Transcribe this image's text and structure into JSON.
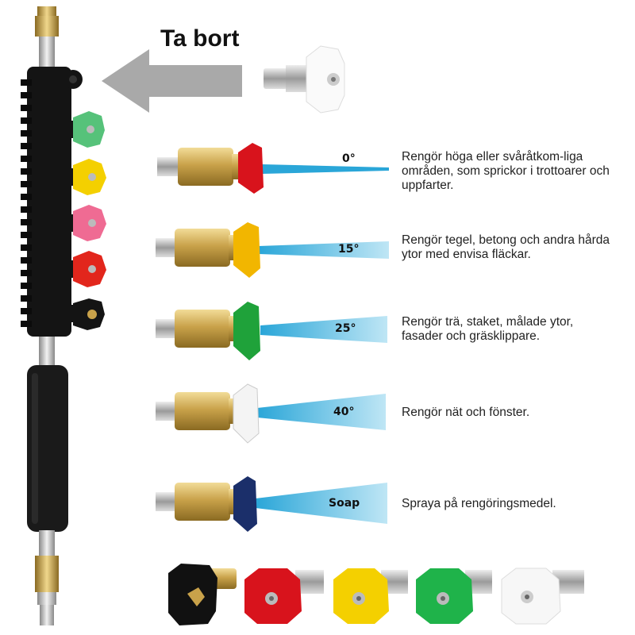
{
  "header": {
    "remove_label": "Ta bort"
  },
  "nozzles": [
    {
      "angle": "0°",
      "color": "#d8131c",
      "description": "Rengör höga eller svåråtkom-liga områden, som sprickor i trottoarer och uppfarter."
    },
    {
      "angle": "15°",
      "color": "#f2b600",
      "description": "Rengör tegel, betong och andra hårda ytor med envisa fläckar."
    },
    {
      "angle": "25°",
      "color": "#1fa23a",
      "description": "Rengör trä, staket, målade ytor, fasader och gräsklippare."
    },
    {
      "angle": "40°",
      "color": "#f4f4f4",
      "description": "Rengör nät och fönster."
    },
    {
      "angle": "Soap",
      "color": "#1b2f6a",
      "description": "Spraya på rengöringsmedel."
    }
  ],
  "colors": {
    "spray": "#4ab9de",
    "brass": "#c9a24a",
    "wand": "#111111",
    "arrow": "#a9a9a9"
  },
  "icons": [
    "arrow-left-icon",
    "pressure-washer-wand-icon",
    "quick-connect-nozzle-icon"
  ]
}
